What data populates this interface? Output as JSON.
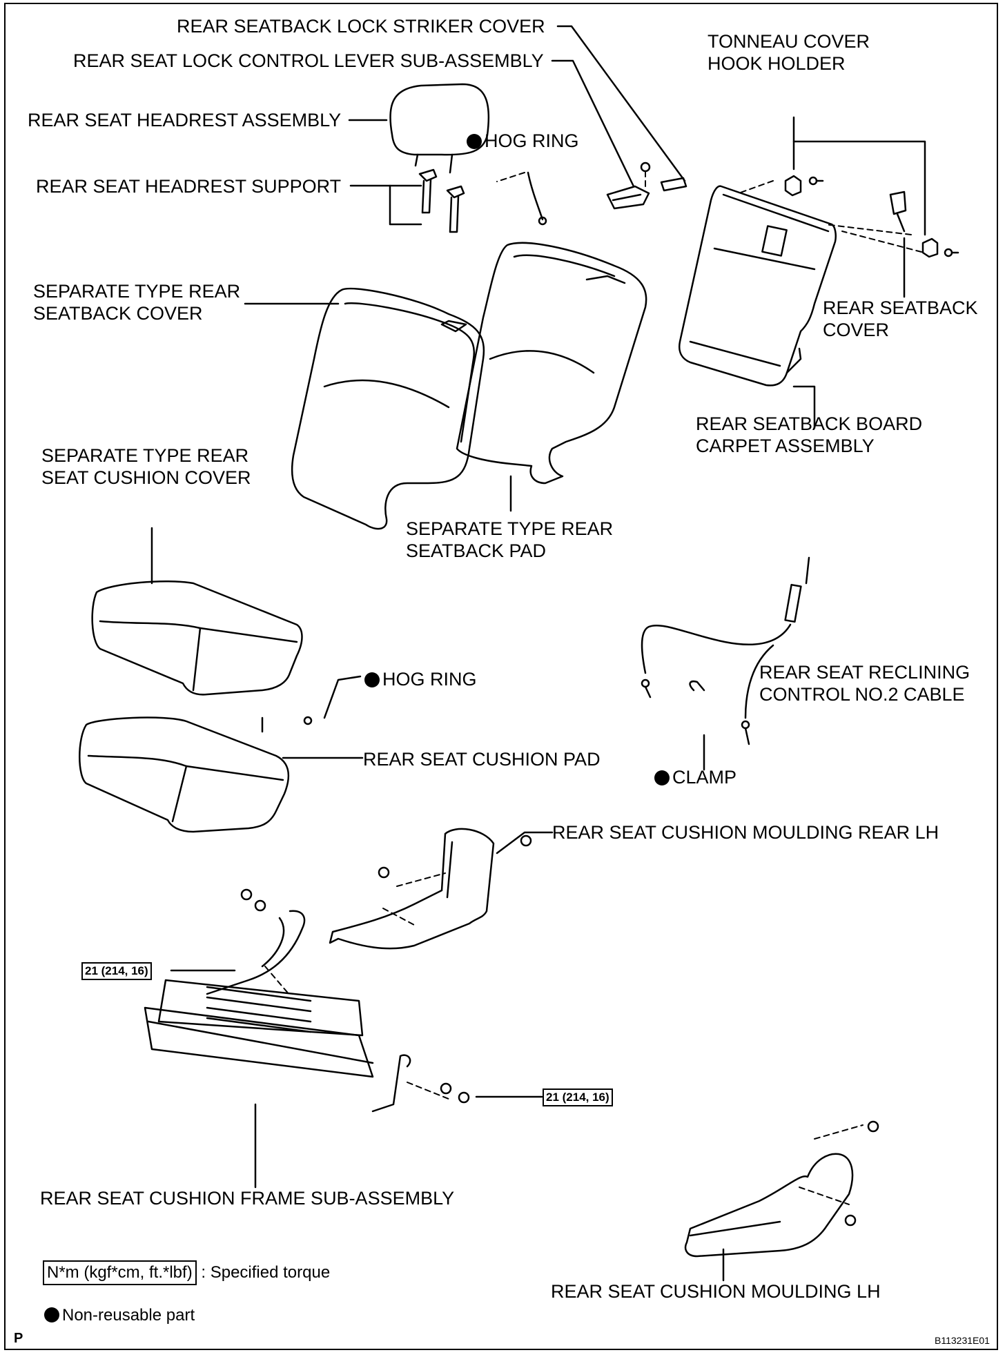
{
  "labels": {
    "striker_cover": "REAR SEATBACK LOCK STRIKER COVER",
    "lock_lever": "REAR SEAT LOCK CONTROL LEVER SUB-ASSEMBLY",
    "tonneau_1": "TONNEAU COVER",
    "tonneau_2": "HOOK HOLDER",
    "headrest": "REAR SEAT HEADREST ASSEMBLY",
    "hog_ring_top": "HOG RING",
    "headrest_support": "REAR SEAT HEADREST SUPPORT",
    "sep_seatback_cover_1": "SEPARATE TYPE REAR",
    "sep_seatback_cover_2": "SEATBACK COVER",
    "seatback_cover_1": "REAR SEATBACK",
    "seatback_cover_2": "COVER",
    "board_carpet_1": "REAR SEATBACK BOARD",
    "board_carpet_2": "CARPET ASSEMBLY",
    "cushion_cover_1": "SEPARATE TYPE REAR",
    "cushion_cover_2": "SEAT CUSHION COVER",
    "seatback_pad_1": "SEPARATE TYPE REAR",
    "seatback_pad_2": "SEATBACK PAD",
    "hog_ring_mid": "HOG RING",
    "reclining_cable_1": "REAR SEAT RECLINING",
    "reclining_cable_2": "CONTROL NO.2 CABLE",
    "cushion_pad": "REAR SEAT CUSHION PAD",
    "clamp": "CLAMP",
    "moulding_rear_lh": "REAR SEAT CUSHION MOULDING REAR LH",
    "torque_left": "21 (214, 16)",
    "torque_right": "21 (214, 16)",
    "frame_sub": "REAR SEAT CUSHION FRAME SUB-ASSEMBLY",
    "moulding_lh": "REAR SEAT CUSHION MOULDING LH"
  },
  "legend": {
    "torque_unit": "N*m (kgf*cm, ft.*lbf)",
    "torque_text": ": Specified torque",
    "nonreusable_text": "Non-reusable part"
  },
  "corner": {
    "p_mark": "P",
    "figure_code": "B113231E01"
  }
}
